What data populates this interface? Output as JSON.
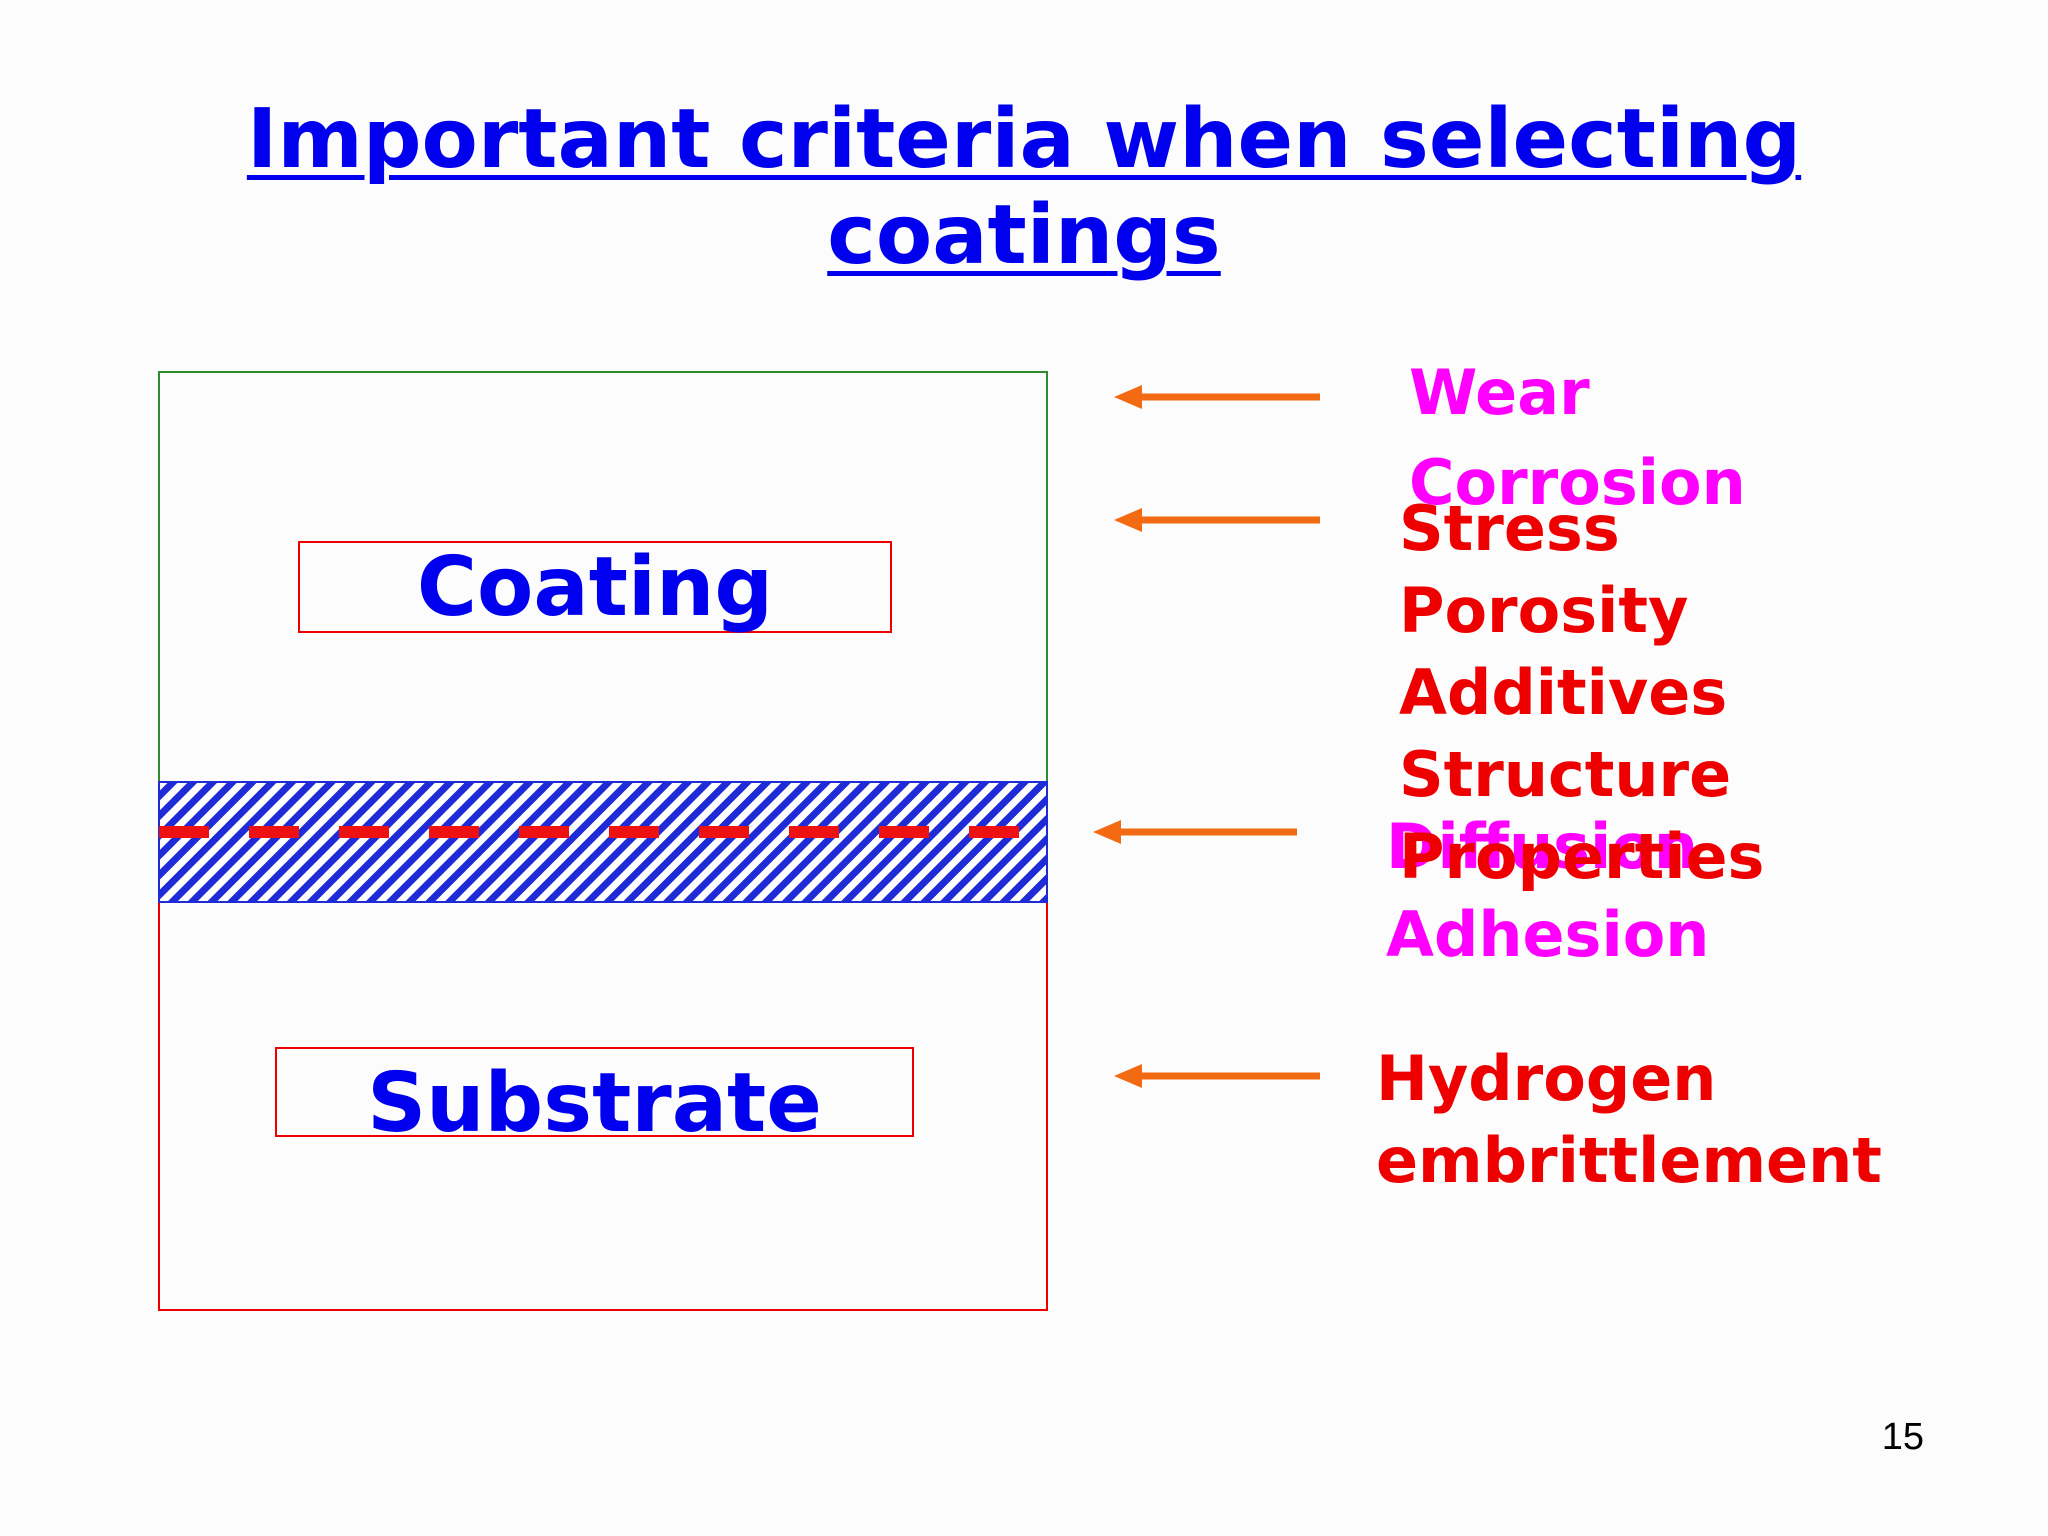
{
  "title": {
    "line1": "Important criteria when selecting",
    "line2": "coatings"
  },
  "diagram": {
    "coating_label": "Coating",
    "substrate_label": "Substrate"
  },
  "criteria": {
    "wear": "Wear",
    "corrosion": "Corrosion",
    "stress": "Stress",
    "porosity": "Porosity",
    "additives": "Additives",
    "structure": "Structure",
    "diffusion": "Diffusion",
    "properties": "Properties",
    "adhesion": "Adhesion",
    "hydrogen": "Hydrogen",
    "embrittlement": "embrittlement"
  },
  "page_number": "15",
  "colors": {
    "title": "#0000ee",
    "magenta": "#ff00ff",
    "red": "#ee0000",
    "arrow": "#f26a12",
    "coating_border": "#2e8b2e"
  }
}
